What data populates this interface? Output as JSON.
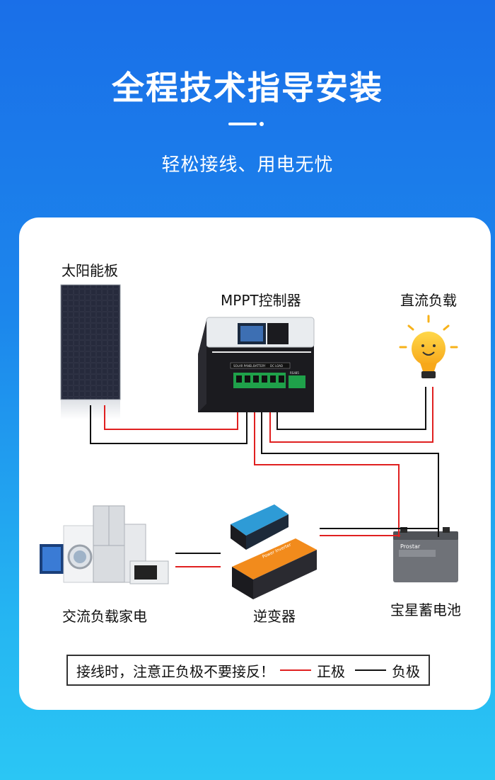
{
  "header": {
    "title": "全程技术指导安装",
    "subtitle": "轻松接线、用电无忧"
  },
  "components": {
    "solar_panel": "太阳能板",
    "controller": "MPPT控制器",
    "dc_load": "直流负载",
    "ac_load": "交流负载家电",
    "inverter": "逆变器",
    "battery": "宝星蓄电池"
  },
  "controller_panel": {
    "terminal_labels": [
      "SOLAR PANEL",
      "BATTERY",
      "DC LOAD",
      "RS485"
    ]
  },
  "device_marks": {
    "battery_brand": "Prostar",
    "inverter_text": "Power Inverter"
  },
  "legend": {
    "note": "接线时，注意正负极不要接反！",
    "positive": "正极",
    "negative": "负极"
  },
  "colors": {
    "positive_wire": "#e02020",
    "negative_wire": "#111111",
    "accent": "#1c86ec"
  }
}
